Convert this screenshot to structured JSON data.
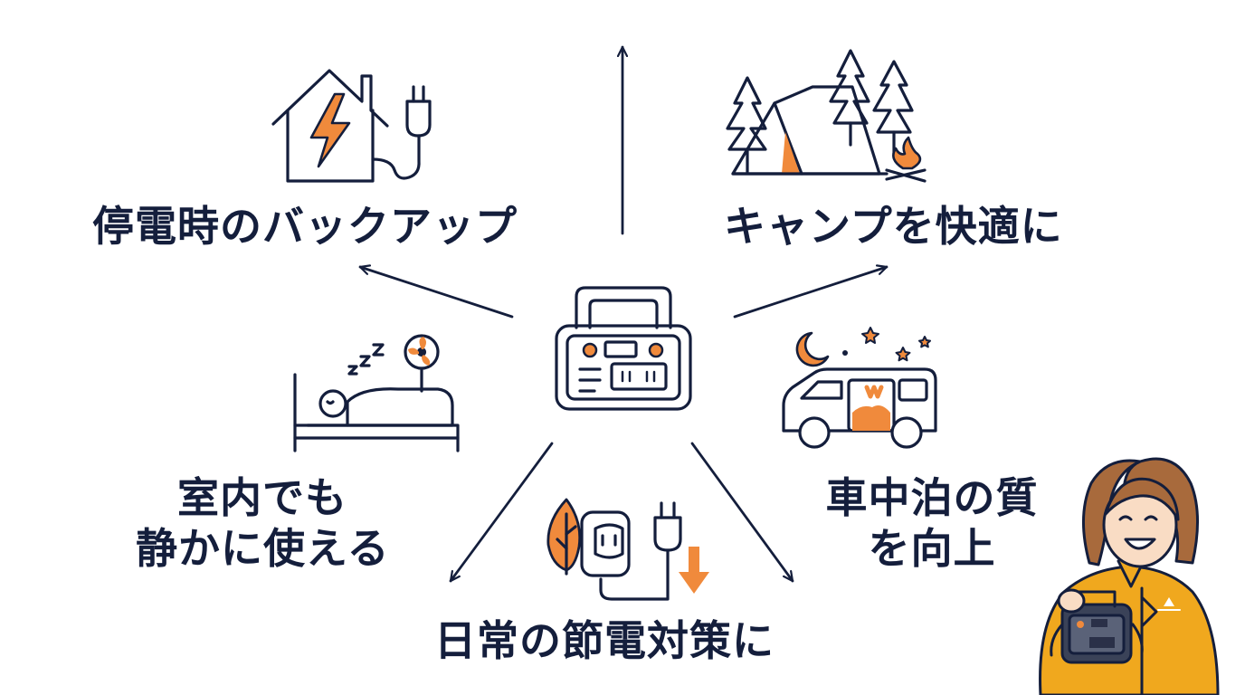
{
  "labels": {
    "backup": "停電時のバックアップ",
    "camping": "キャンプを快適に",
    "quiet_line1": "室内でも",
    "quiet_line2": "静かに使える",
    "carcamp_line1": "車中泊の質",
    "carcamp_line2": "を向上",
    "saving": "日常の節電対策に"
  },
  "icons": {
    "center": "portable-power-station-icon",
    "backup": "house-lightning-plug-icon",
    "camping": "tent-trees-campfire-icon",
    "quiet": "sleeping-bed-fan-icon",
    "carcamp": "van-moon-stars-icon",
    "saving": "leaf-outlet-plug-down-arrow-icon",
    "person": "woman-holding-power-station-icon"
  },
  "colors": {
    "ink": "#141e3c",
    "accent": "#f08a3c",
    "jacket": "#f0a81e",
    "background": "#ffffff"
  }
}
